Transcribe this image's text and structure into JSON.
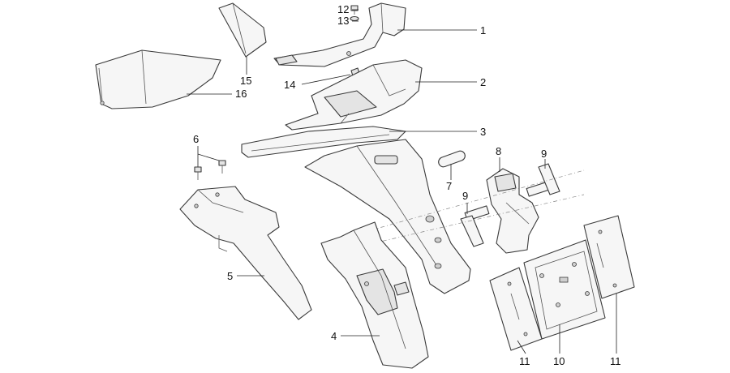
{
  "callouts": [
    {
      "id": "c1",
      "text": "1"
    },
    {
      "id": "c2",
      "text": "2"
    },
    {
      "id": "c3",
      "text": "3"
    },
    {
      "id": "c4",
      "text": "4"
    },
    {
      "id": "c5",
      "text": "5"
    },
    {
      "id": "c6",
      "text": "6"
    },
    {
      "id": "c7",
      "text": "7"
    },
    {
      "id": "c8",
      "text": "8"
    },
    {
      "id": "c9a",
      "text": "9"
    },
    {
      "id": "c9b",
      "text": "9"
    },
    {
      "id": "c10",
      "text": "10"
    },
    {
      "id": "c11a",
      "text": "11"
    },
    {
      "id": "c11b",
      "text": "11"
    },
    {
      "id": "c12",
      "text": "12"
    },
    {
      "id": "c13",
      "text": "13"
    },
    {
      "id": "c14",
      "text": "14"
    },
    {
      "id": "c15",
      "text": "15"
    },
    {
      "id": "c16",
      "text": "16"
    }
  ]
}
